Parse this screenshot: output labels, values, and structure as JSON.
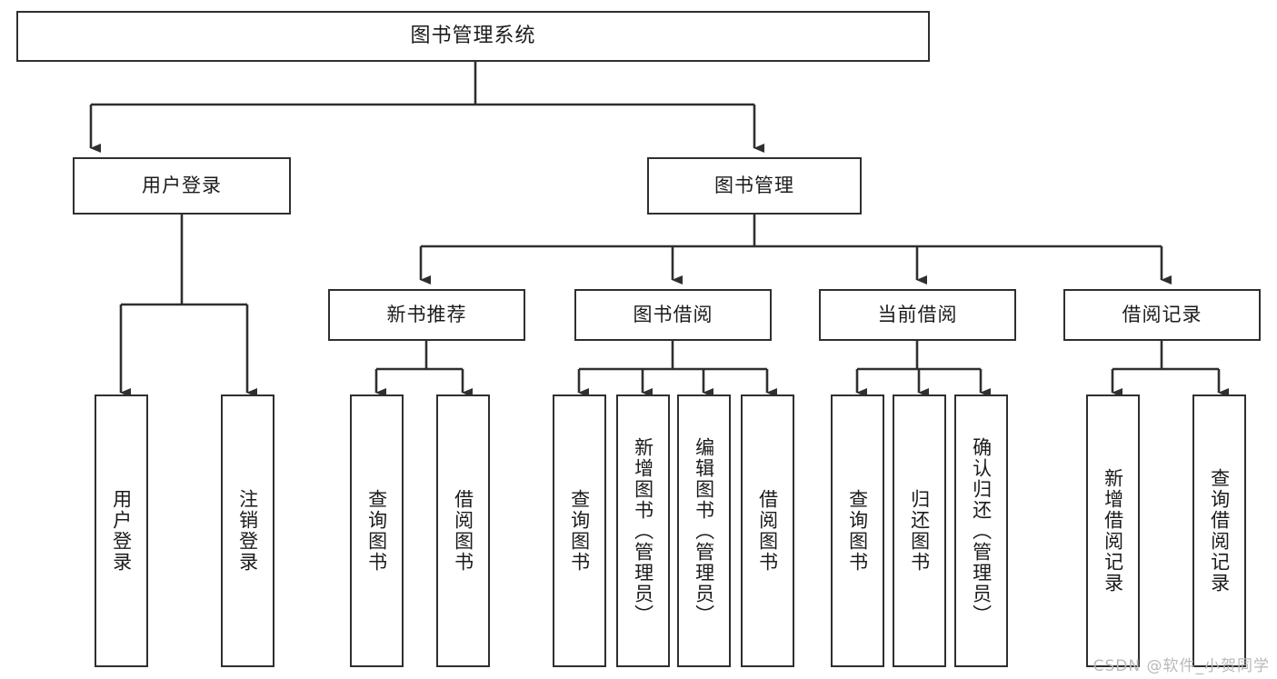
{
  "diagram": {
    "title": "图书管理系统",
    "type": "hierarchy-tree",
    "root": {
      "label": "图书管理系统"
    },
    "level2": [
      {
        "label": "用户登录"
      },
      {
        "label": "图书管理"
      }
    ],
    "level3": [
      {
        "label": "新书推荐"
      },
      {
        "label": "图书借阅"
      },
      {
        "label": "当前借阅"
      },
      {
        "label": "借阅记录"
      }
    ],
    "leaves": {
      "user_login": [
        {
          "label": "用户登录"
        },
        {
          "label": "注销登录"
        }
      ],
      "new_book_recommend": [
        {
          "label": "查询图书"
        },
        {
          "label": "借阅图书"
        }
      ],
      "book_borrow": [
        {
          "label": "查询图书"
        },
        {
          "label": "新增图书（管理员）"
        },
        {
          "label": "编辑图书（管理员）"
        },
        {
          "label": "借阅图书"
        }
      ],
      "current_borrow": [
        {
          "label": "查询图书"
        },
        {
          "label": "归还图书"
        },
        {
          "label": "确认归还（管理员）"
        }
      ],
      "borrow_record": [
        {
          "label": "新增借阅记录"
        },
        {
          "label": "查询借阅记录"
        }
      ]
    }
  },
  "watermark": {
    "text": "CSDN @软件_小贺同学"
  },
  "colors": {
    "box_border": "#2f2f2f",
    "box_fill": "#ffffff",
    "connector": "#2f2f2f",
    "text": "#1b1b1b",
    "watermark": "#b9b9b9",
    "background": "#ffffff"
  }
}
